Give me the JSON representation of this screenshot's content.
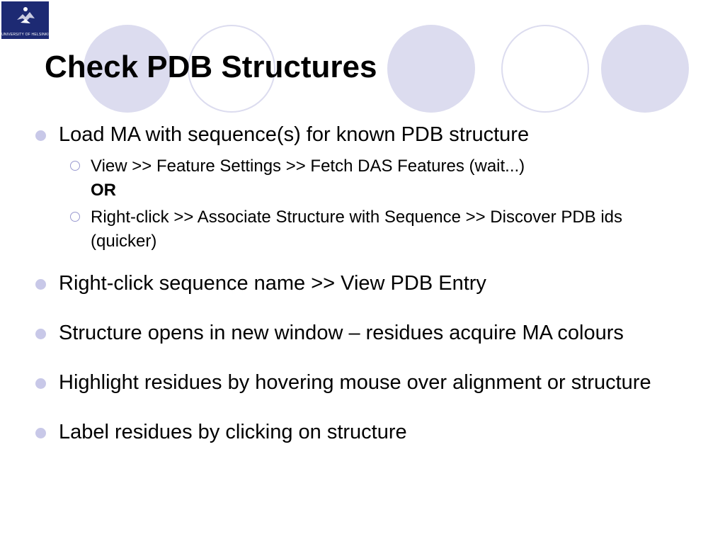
{
  "logo": {
    "caption": "UNIVERSITY OF HELSINKI"
  },
  "title": "Check PDB Structures",
  "bullets": [
    {
      "text": "Load MA with sequence(s) for known PDB structure",
      "sub": [
        {
          "text": "View  >> Feature Settings >> Fetch DAS Features  (wait...)",
          "emph": "OR"
        },
        {
          "text": "Right-click >> Associate Structure with Sequence >> Discover PDB ids (quicker)"
        }
      ]
    },
    {
      "text": "Right-click sequence name >> View PDB Entry"
    },
    {
      "text": "Structure opens in new window – residues acquire MA colours"
    },
    {
      "text": "Highlight residues by hovering mouse over alignment or structure"
    },
    {
      "text": "Label residues by clicking on structure"
    }
  ],
  "colors": {
    "decor": "#dcdcef",
    "logo_bg": "#1d2a73",
    "bullet": "#c8c8e8"
  }
}
